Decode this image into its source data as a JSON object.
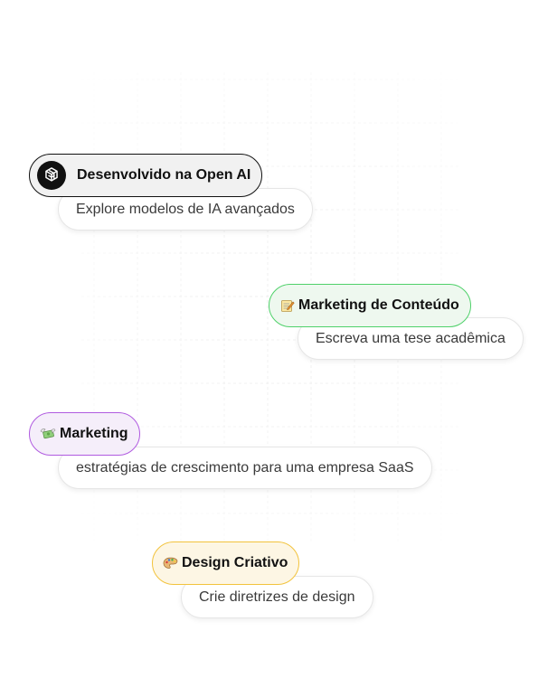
{
  "cards": [
    {
      "title": "Desenvolvido na Open AI",
      "prompt": "Explore modelos de IA avançados",
      "icon": "openai-logo-icon",
      "border_color": "#111111"
    },
    {
      "title": "Marketing de Conteúdo",
      "prompt": "Escreva uma tese acadêmica",
      "icon": "memo-icon",
      "border_color": "#4fd16a"
    },
    {
      "title": "Marketing",
      "prompt": "estratégias de crescimento para uma empresa SaaS",
      "icon": "money-wings-icon",
      "border_color": "#b05be0"
    },
    {
      "title": "Design Criativo",
      "prompt": "Crie diretrizes de design",
      "icon": "palette-icon",
      "border_color": "#f2c33d"
    }
  ]
}
